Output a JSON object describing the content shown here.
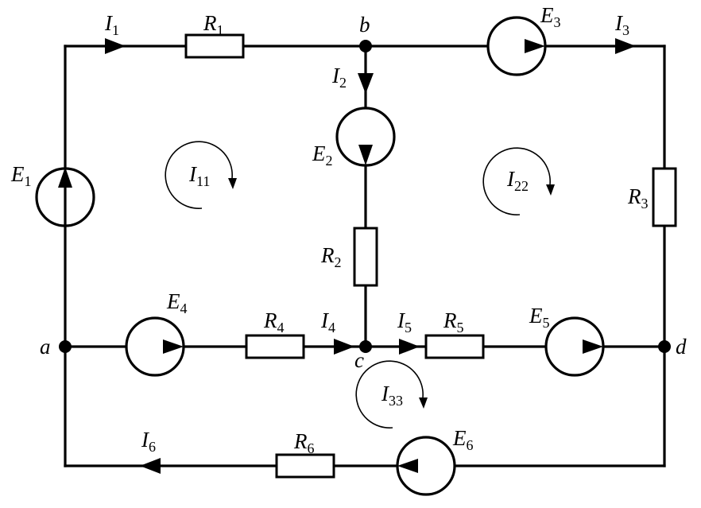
{
  "nodes": {
    "a": "a",
    "b": "b",
    "c": "c",
    "d": "d"
  },
  "resistors": {
    "R1": {
      "main": "R",
      "sub": "1"
    },
    "R2": {
      "main": "R",
      "sub": "2"
    },
    "R3": {
      "main": "R",
      "sub": "3"
    },
    "R4": {
      "main": "R",
      "sub": "4"
    },
    "R5": {
      "main": "R",
      "sub": "5"
    },
    "R6": {
      "main": "R",
      "sub": "6"
    }
  },
  "sources": {
    "E1": {
      "main": "E",
      "sub": "1"
    },
    "E2": {
      "main": "E",
      "sub": "2"
    },
    "E3": {
      "main": "E",
      "sub": "3"
    },
    "E4": {
      "main": "E",
      "sub": "4"
    },
    "E5": {
      "main": "E",
      "sub": "5"
    },
    "E6": {
      "main": "E",
      "sub": "6"
    }
  },
  "currents": {
    "I1": {
      "main": "I",
      "sub": "1"
    },
    "I2": {
      "main": "I",
      "sub": "2"
    },
    "I3": {
      "main": "I",
      "sub": "3"
    },
    "I4": {
      "main": "I",
      "sub": "4"
    },
    "I5": {
      "main": "I",
      "sub": "5"
    },
    "I6": {
      "main": "I",
      "sub": "6"
    }
  },
  "loop_currents": {
    "I11": {
      "main": "I",
      "sub": "11"
    },
    "I22": {
      "main": "I",
      "sub": "22"
    },
    "I33": {
      "main": "I",
      "sub": "33"
    }
  }
}
